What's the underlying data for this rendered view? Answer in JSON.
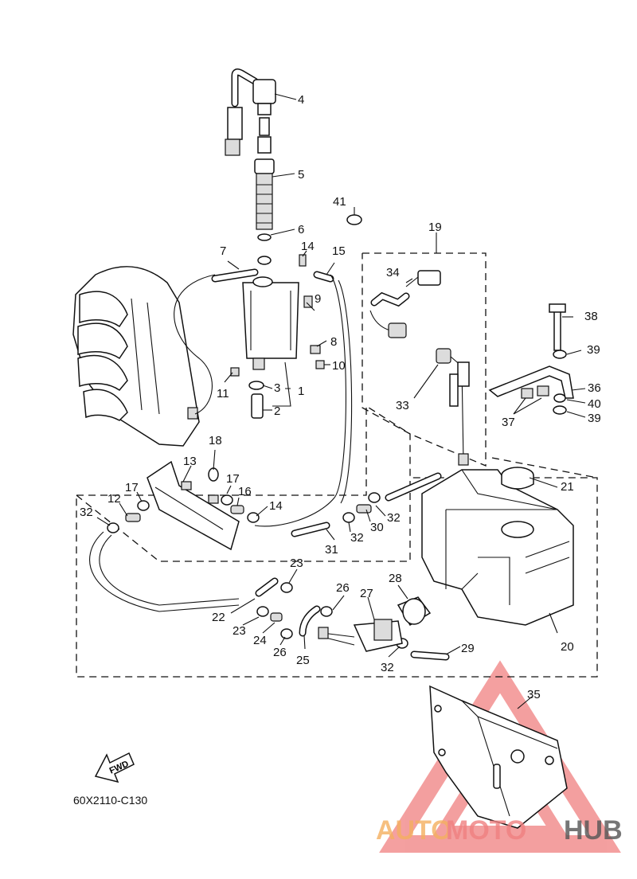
{
  "diagram_code": "60X2110-C130",
  "fwd_label": "FWD",
  "watermark": {
    "part1": "AUTO",
    "part2": "MOTO",
    "part3": "HUB"
  },
  "callouts": {
    "c1": "1",
    "c2": "2",
    "c3": "3",
    "c4": "4",
    "c5": "5",
    "c6": "6",
    "c7": "7",
    "c8": "8",
    "c9": "9",
    "c10": "10",
    "c11": "11",
    "c12": "12",
    "c13": "13",
    "c14a": "14",
    "c14b": "14",
    "c15": "15",
    "c16": "16",
    "c17a": "17",
    "c17b": "17",
    "c18": "18",
    "c19": "19",
    "c20": "20",
    "c21": "21",
    "c22": "22",
    "c23a": "23",
    "c23b": "23",
    "c24": "24",
    "c25": "25",
    "c26a": "26",
    "c26b": "26",
    "c27": "27",
    "c28": "28",
    "c29": "29",
    "c30": "30",
    "c31": "31",
    "c32a": "32",
    "c32b": "32",
    "c32c": "32",
    "c32d": "32",
    "c33": "33",
    "c34": "34",
    "c35": "35",
    "c36": "36",
    "c37": "37",
    "c38": "38",
    "c39a": "39",
    "c39b": "39",
    "c40": "40",
    "c41": "41"
  }
}
